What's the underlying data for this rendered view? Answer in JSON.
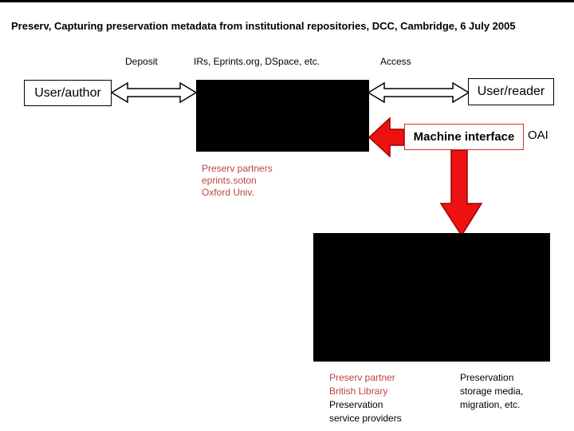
{
  "title": "Preserv, Capturing preservation metadata from institutional repositories, DCC, Cambridge, 6 July 2005",
  "flow_labels": {
    "deposit": "Deposit",
    "repositories": "IRs, Eprints.org, DSpace, etc.",
    "access": "Access"
  },
  "boxes": {
    "user_author": "User/author",
    "user_reader": "User/reader",
    "machine_interface": "Machine interface",
    "oai": "OAI"
  },
  "annotations": {
    "partners_top": [
      "Preserv partners",
      "eprints.soton",
      "Oxford Univ."
    ],
    "partner_bottom_red": [
      "Preserv partner",
      "British Library"
    ],
    "partner_bottom_black": [
      "Preservation",
      "service providers"
    ],
    "preservation_note": [
      "Preservation",
      "storage media,",
      "migration, etc."
    ]
  },
  "colors": {
    "arrow_red_fill": "#ee1111",
    "arrow_red_stroke": "#990000",
    "red_text": "#bf4342",
    "machine_box_border": "#cc3333",
    "black_box": "#000000"
  }
}
